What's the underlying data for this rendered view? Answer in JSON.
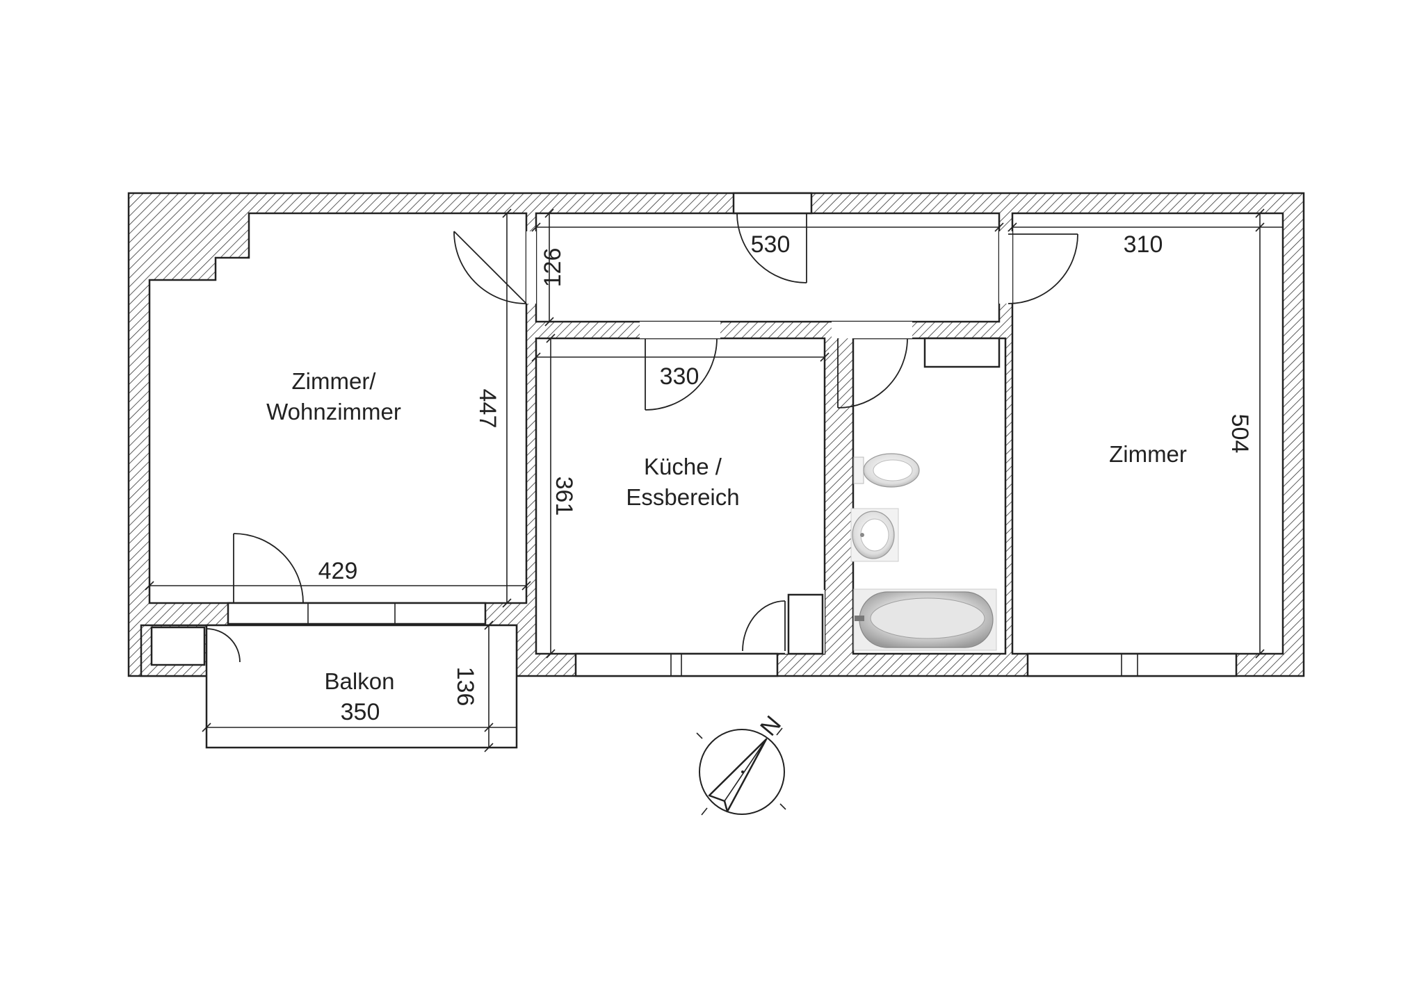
{
  "rooms": {
    "wohnzimmer": {
      "line1": "Zimmer/",
      "line2": "Wohnzimmer"
    },
    "kueche": {
      "line1": "Küche /",
      "line2": "Essbereich"
    },
    "zimmer": {
      "name": "Zimmer"
    },
    "balkon": {
      "name": "Balkon"
    }
  },
  "dimensions": {
    "hall_length": "530",
    "hall_depth": "126",
    "zimmer_width": "310",
    "zimmer_depth": "504",
    "wohnzimmer_width": "429",
    "wohnzimmer_depth": "447",
    "kueche_width": "330",
    "kueche_depth": "361",
    "balkon_width": "350",
    "balkon_depth": "136"
  },
  "compass": {
    "north_label": "N"
  },
  "fixtures": [
    "toilet-icon",
    "sink-icon",
    "bathtub-icon"
  ],
  "colors": {
    "line": "#222222",
    "background": "#ffffff"
  }
}
